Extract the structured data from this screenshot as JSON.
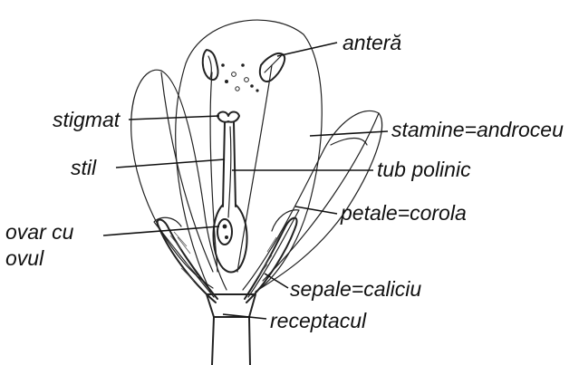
{
  "labels": {
    "antera": "anteră",
    "stamine": "stamine=androceu",
    "tub_polinic": "tub polinic",
    "petale": "petale=corola",
    "sepale": "sepale=caliciu",
    "receptacul": "receptacul",
    "stigmat": "stigmat",
    "stil": "stil",
    "ovar_line1": "ovar cu",
    "ovar_line2": "ovul"
  }
}
